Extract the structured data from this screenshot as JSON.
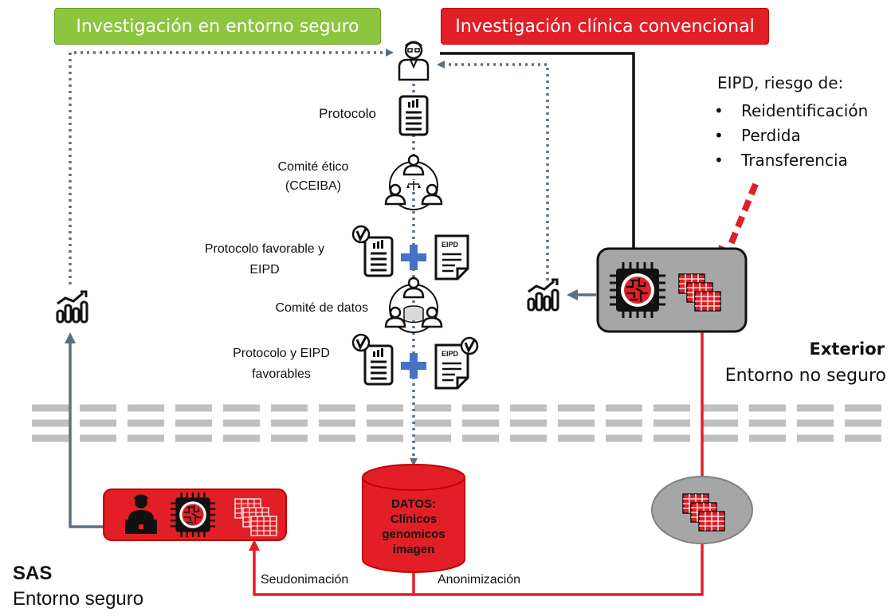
{
  "header": {
    "secure_research": "Investigación en entorno seguro",
    "conventional_research": "Investigación clínica convencional"
  },
  "colors": {
    "green": "#8cc63f",
    "red": "#e21f26",
    "blue": "#4472c4",
    "slate": "#5b6f80",
    "grey_box": "#a6a6a6",
    "dash_grey": "#bfbfbf"
  },
  "workflow": {
    "protocol": "Protocolo",
    "ethics_committee": "Comité ético",
    "ethics_committee_name": "(CCEIBA)",
    "favorable_protocol_line1": "Protocolo favorable y",
    "favorable_protocol_line2": "EIPD",
    "data_committee": "Comité de datos",
    "protocol_eipd_line1": "Protocolo y EIPD",
    "protocol_eipd_line2": "favorables",
    "eipd_doc_label": "EIPD"
  },
  "risk": {
    "title": "EIPD, riesgo de:",
    "items": [
      "Reidentificación",
      "Perdida",
      "Transferencia"
    ]
  },
  "exterior": {
    "title": "Exterior",
    "subtitle": "Entorno no seguro"
  },
  "sas": {
    "title": "SAS",
    "subtitle": "Entorno seguro"
  },
  "database": {
    "line1": "DATOS:",
    "line2": "Clínicos",
    "line3": "genomicos",
    "line4": "imagen"
  },
  "flows": {
    "pseudonymization": "Seudonimación",
    "anonymization": "Anonimización"
  }
}
